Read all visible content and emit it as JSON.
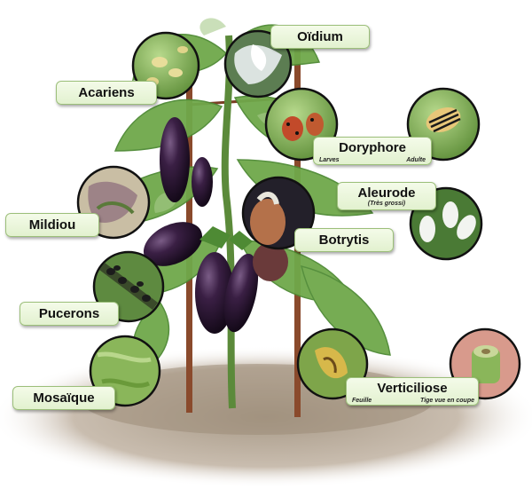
{
  "labels": {
    "oidium": "Oïdium",
    "acariens": "Acariens",
    "doryphore": "Doryphore",
    "doryphore_larves": "Larves",
    "doryphore_adulte": "Adulte",
    "aleurode": "Aleurode",
    "aleurode_note": "(Très grossi)",
    "mildiou": "Mildiou",
    "botrytis": "Botrytis",
    "pucerons": "Pucerons",
    "mosaique": "Mosaïque",
    "verticiliose": "Verticiliose",
    "verticiliose_feuille": "Feuille",
    "verticiliose_tige": "Tige vue en coupe"
  },
  "colors": {
    "leaf": "#6fa84a",
    "leaf_dark": "#4e8a34",
    "eggplant": "#2a1730",
    "stake": "#8a4a2c",
    "soil": "#b9aa96",
    "label_border": "#9cbf7a"
  }
}
